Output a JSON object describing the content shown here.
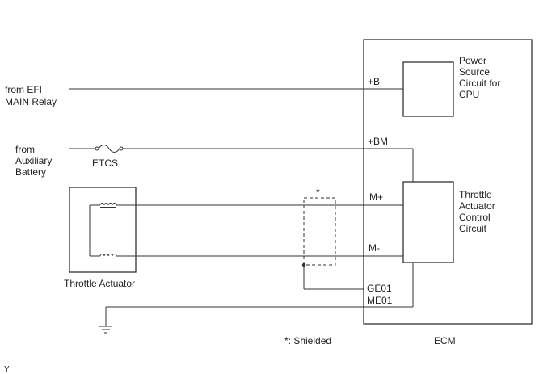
{
  "labels": {
    "from_efi": [
      "from EFI",
      "MAIN Relay"
    ],
    "from_aux": [
      "from",
      "Auxiliary",
      "Battery"
    ],
    "fuse": "ETCS",
    "throttle_actuator": "Throttle Actuator",
    "shield_star": "*",
    "shield_note": "*: Shielded",
    "ecm": "ECM",
    "corner_mark": "Y"
  },
  "ecm_pins": {
    "plus_b": "+B",
    "plus_bm": "+BM",
    "m_plus": "M+",
    "m_minus": "M-",
    "ge01": "GE01",
    "me01": "ME01"
  },
  "blocks": {
    "power_source": [
      "Power",
      "Source",
      "Circuit for",
      "CPU"
    ],
    "throttle_control": [
      "Throttle",
      "Actuator",
      "Control",
      "Circuit"
    ]
  }
}
